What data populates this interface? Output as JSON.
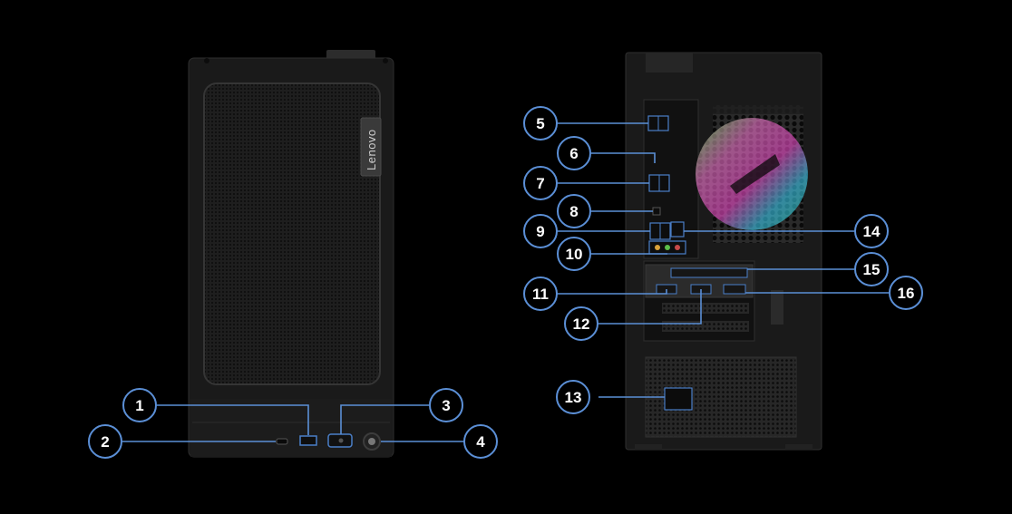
{
  "brand_logo": "Lenovo",
  "callouts": [
    {
      "number": "1"
    },
    {
      "number": "2"
    },
    {
      "number": "3"
    },
    {
      "number": "4"
    },
    {
      "number": "5"
    },
    {
      "number": "6"
    },
    {
      "number": "7"
    },
    {
      "number": "8"
    },
    {
      "number": "9"
    },
    {
      "number": "10"
    },
    {
      "number": "11"
    },
    {
      "number": "12"
    },
    {
      "number": "13"
    },
    {
      "number": "14"
    },
    {
      "number": "15"
    },
    {
      "number": "16"
    }
  ],
  "colors": {
    "background": "#000000",
    "callout_stroke": "#5b8fd6",
    "case_body": "#1b1b1b",
    "mesh": "#262626",
    "port_highlight": "#4a7fc8"
  }
}
